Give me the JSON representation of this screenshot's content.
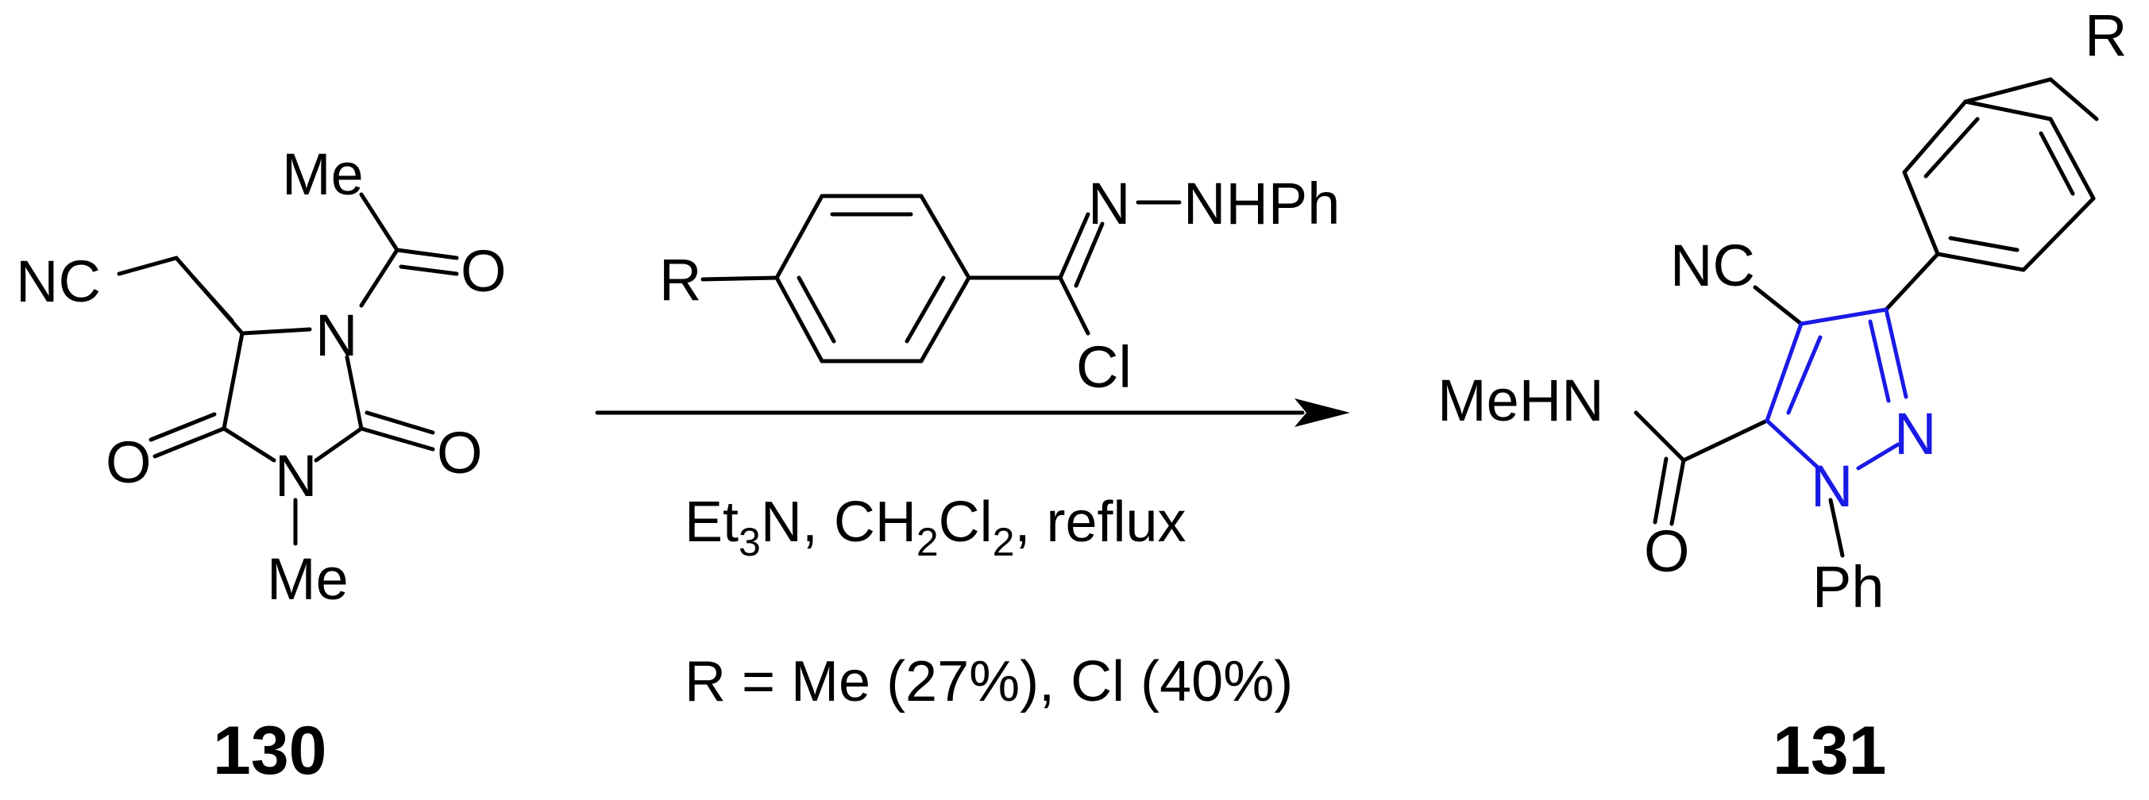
{
  "compound_130": {
    "id": "130",
    "labels": {
      "me_top": "Me",
      "nc": "NC",
      "o_acetyl": "O",
      "n1": "N",
      "o_left": "O",
      "o_right": "O",
      "n3": "N",
      "me_bottom": "Me"
    }
  },
  "reagent": {
    "labels": {
      "n": "N",
      "nhph": "NHPh",
      "r": "R",
      "cl": "Cl"
    }
  },
  "conditions": {
    "line1_base": "Et",
    "line1_sub1": "3",
    "line1_mid": "N, CH",
    "line1_sub2": "2",
    "line1_cl": "Cl",
    "line1_sub3": "2",
    "line1_end": ", reflux",
    "line2": "R = Me (27%), Cl (40%)"
  },
  "compound_131": {
    "id": "131",
    "labels": {
      "r": "R",
      "nc": "NC",
      "mehn": "MeHN",
      "n2": "N",
      "n1": "N",
      "o": "O",
      "ph": "Ph"
    }
  },
  "colors": {
    "bonds": "#000000",
    "pyrazole_core": "#1a1ae6"
  }
}
